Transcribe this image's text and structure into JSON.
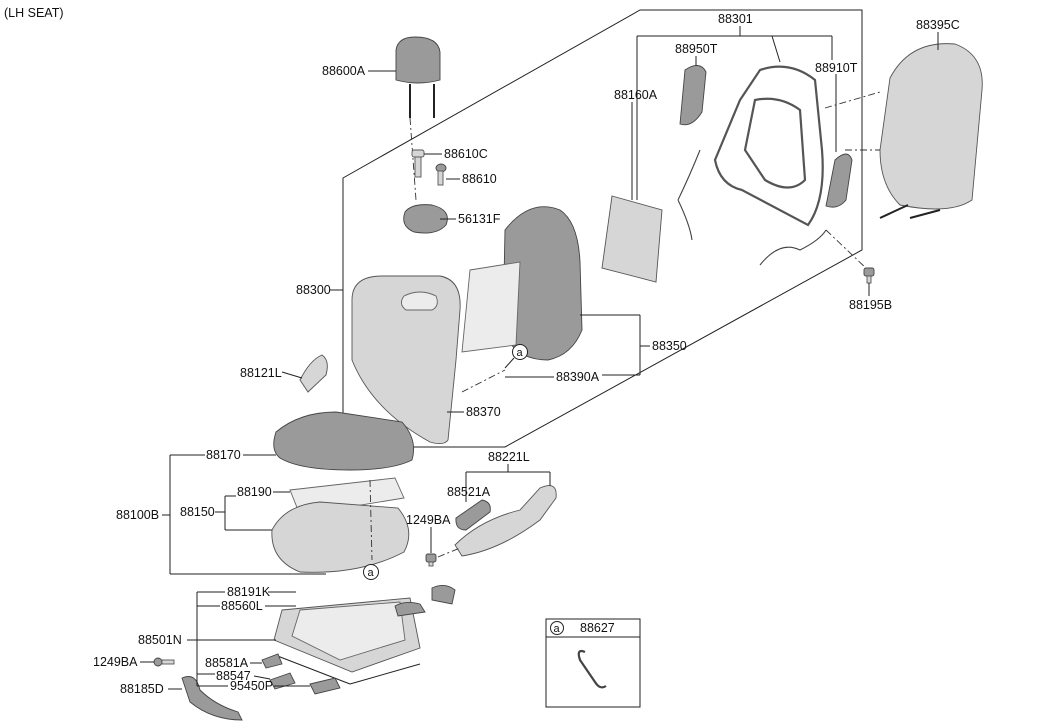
{
  "diagram": {
    "header": "(LH SEAT)",
    "labels": {
      "p88301": "88301",
      "p88395C": "88395C",
      "p88950T": "88950T",
      "p88910T": "88910T",
      "p88160A": "88160A",
      "p88600A": "88600A",
      "p88610C": "88610C",
      "p88610": "88610",
      "p56131F": "56131F",
      "p88300": "88300",
      "p88195B": "88195B",
      "p88350": "88350",
      "p88390A": "88390A",
      "p88121L": "88121L",
      "p88370": "88370",
      "p88170": "88170",
      "p88221L": "88221L",
      "p88521A": "88521A",
      "p88190": "88190",
      "p88100B": "88100B",
      "p88150": "88150",
      "p1249BA_a": "1249BA",
      "p88191K": "88191K",
      "p88560L": "88560L",
      "p88501N": "88501N",
      "p1249BA_b": "1249BA",
      "p88581A": "88581A",
      "p88547": "88547",
      "p88185D": "88185D",
      "p95450P": "95450P"
    },
    "callout_marker": "a",
    "legend": {
      "marker": "a",
      "part": "88627"
    }
  }
}
